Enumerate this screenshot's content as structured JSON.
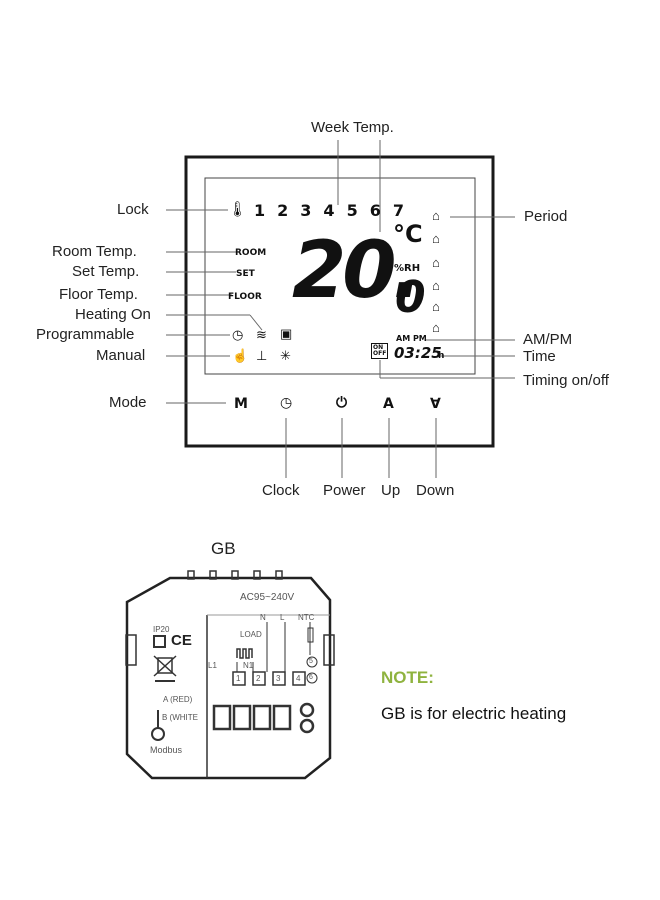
{
  "thermostat": {
    "lcd": {
      "days": [
        "1",
        "2",
        "3",
        "4",
        "5",
        "6",
        "7"
      ],
      "mode_words": {
        "room": "ROOM",
        "set": "SET",
        "floor": "FLOOR"
      },
      "big_temp": "20.",
      "big_decimal": "0",
      "unit": "°C",
      "humidity": "%RH",
      "ampm": "AM PM",
      "time": "03:25",
      "time_suffix": "h",
      "timer_top": "ON",
      "timer_bottom": "OFF"
    },
    "buttons": {
      "mode": "M",
      "clock": "◷",
      "power": "⏻",
      "up": "A",
      "down": "∀"
    },
    "callouts": {
      "week_temp": "Week  Temp.",
      "lock": "Lock",
      "room_temp": "Room Temp.",
      "set_temp": "Set Temp.",
      "floor_temp": "Floor Temp.",
      "heating_on": "Heating On",
      "programmable": "Programmable",
      "manual": "Manual",
      "mode": "Mode",
      "period": "Period",
      "am_pm": "AM/PM",
      "time": "Time",
      "timing": "Timing on/off",
      "clock": "Clock",
      "power": "Power",
      "up": "Up",
      "down": "Down"
    }
  },
  "wiring": {
    "title": "GB",
    "voltage": "AC95~240V",
    "ip": "IP20",
    "ce": "CE",
    "load": "LOAD",
    "n": "N",
    "l": "L",
    "ntc": "NTC",
    "l1": "L1",
    "n1": "N1",
    "terminals": [
      "1",
      "2",
      "3",
      "4"
    ],
    "ntc_terminals": [
      "5",
      "6"
    ],
    "a_red": "A (RED)",
    "b_white": "B (WHITE",
    "modbus": "Modbus"
  },
  "note": {
    "title": "NOTE:",
    "text": "GB is for electric heating",
    "title_color": "#8fb33f"
  }
}
